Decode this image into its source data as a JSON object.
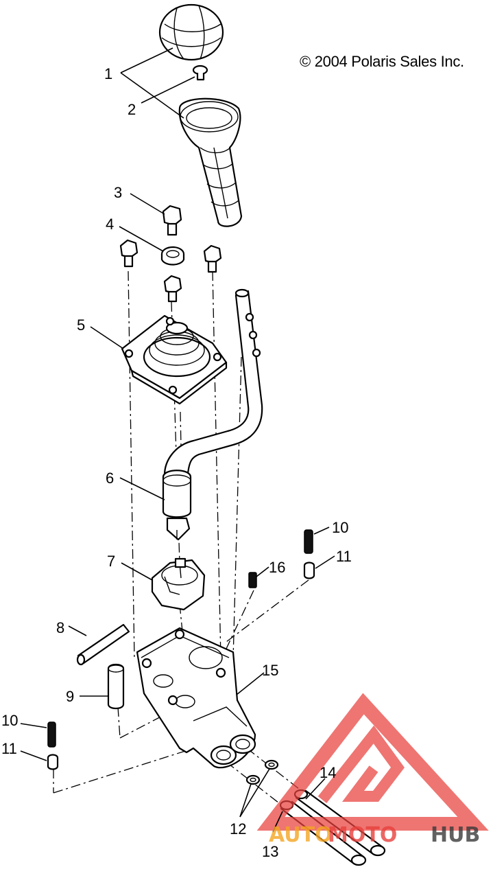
{
  "copyright": "© 2004 Polaris Sales Inc.",
  "callouts": [
    "1",
    "2",
    "3",
    "4",
    "5",
    "6",
    "7",
    "8",
    "9",
    "10",
    "11",
    "10",
    "11",
    "12",
    "13",
    "14",
    "15",
    "16"
  ],
  "watermark": {
    "brand_part1": "AUTO",
    "brand_part2": "MOTO",
    "brand_part3": "HUB",
    "colors": {
      "red": "#e8413c",
      "orange": "#f5a623",
      "dark": "#3a3a3a"
    }
  }
}
